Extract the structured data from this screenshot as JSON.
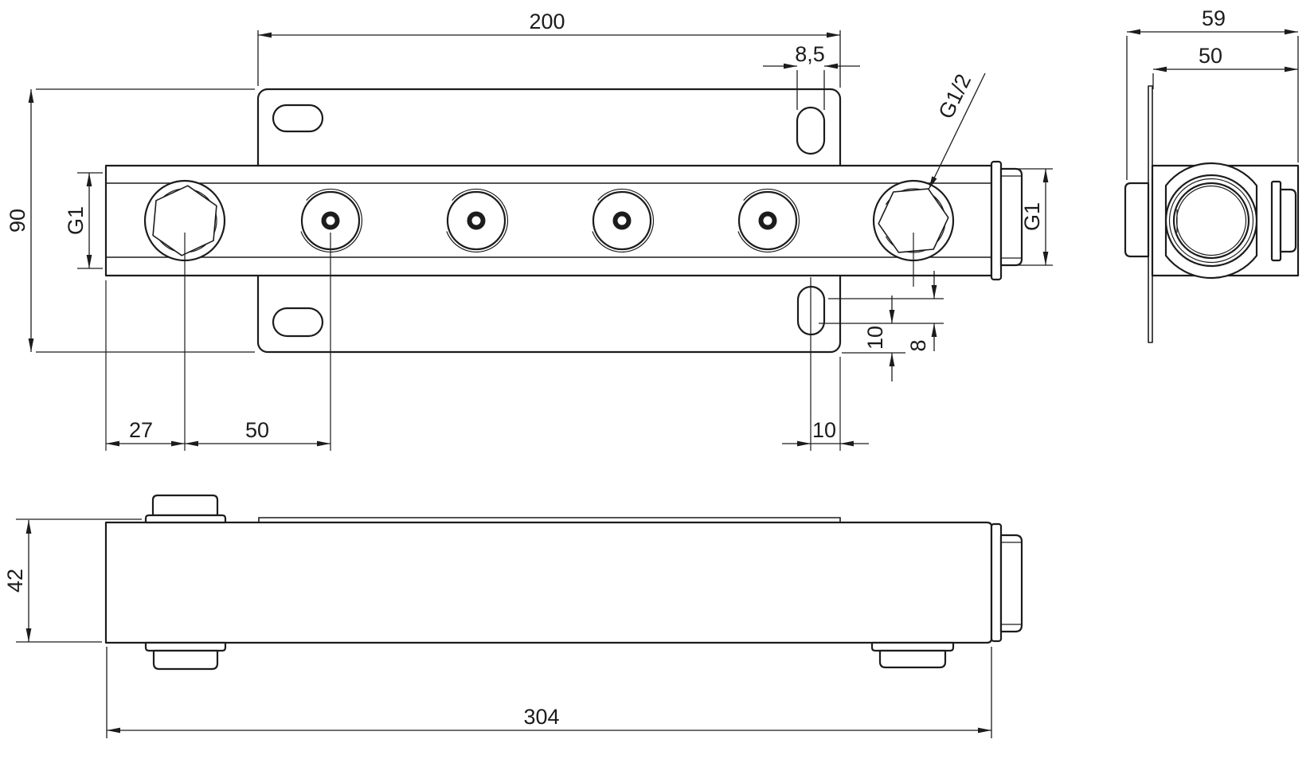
{
  "page": {
    "background": "#ffffff",
    "line_color": "#1c1c1c",
    "description": "Technical dimension drawing of a heating distribution manifold with mounting bracket, three orthographic views"
  },
  "views": {
    "main": {
      "dims": {
        "bracket_width": "200",
        "slot_width": "8,5",
        "height": "90",
        "manifold_thread_left": "G1",
        "manifold_thread_right": "G1",
        "outlet_thread": "G1/2",
        "edge_to_first_outlet": "27",
        "outlet_spacing": "50",
        "slot_to_edge": "10",
        "slot_offset": "10",
        "slot_hole": "8"
      }
    },
    "bottom": {
      "dims": {
        "body_height": "42",
        "overall_length": "304"
      }
    },
    "side": {
      "dims": {
        "overall_depth": "59",
        "body_depth": "50"
      }
    }
  }
}
